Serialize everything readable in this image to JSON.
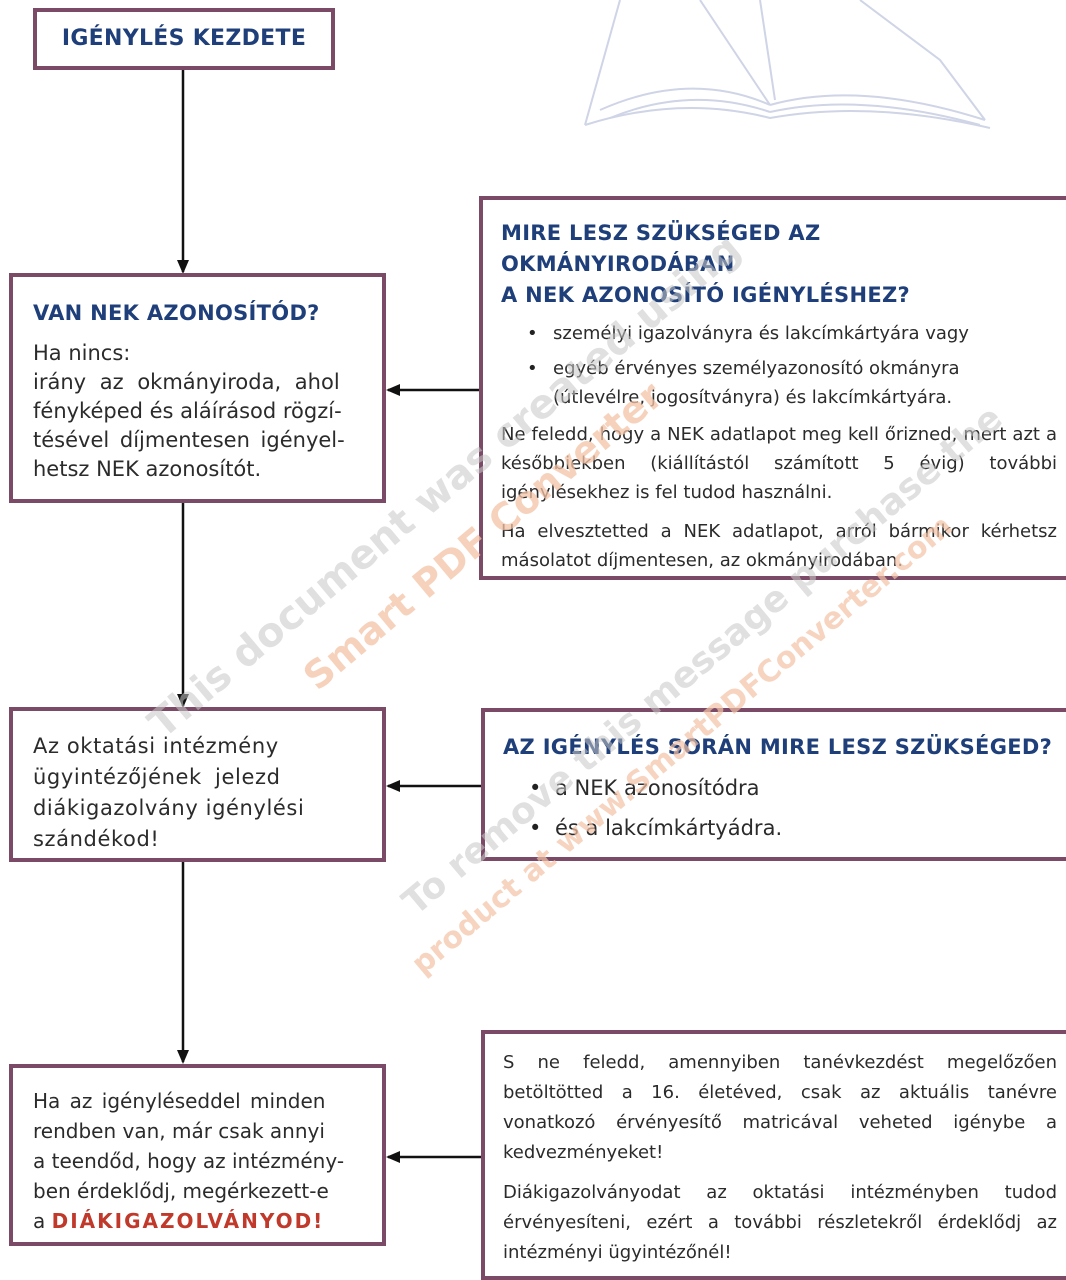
{
  "start": {
    "title": "IGÉNYLÉS KEZDETE"
  },
  "step1": {
    "title": "VAN NEK AZONOSÍTÓD?",
    "line1": "Ha nincs:",
    "line2": "irány az okmányiroda, ahol",
    "line3": "fényképed és aláírásod rögzí-",
    "line4": "tésével díjmentesen igényel-",
    "line5": "hetsz NEK azonosítót."
  },
  "info1": {
    "title_line1": "MIRE LESZ SZÜKSÉGED AZ OKMÁNYIRODÁBAN",
    "title_line2": "A NEK AZONOSÍTÓ IGÉNYLÉSHEZ?",
    "bullets": [
      "személyi igazolványra és lakcímkártyára vagy",
      "egyéb érvényes személyazonosító okmányra (útlevélre, jogosítványra) és lakcímkártyára."
    ],
    "para1": "Ne feledd, hogy a NEK adatlapot meg kell őrizned, mert azt a későbbiekben (kiállítástól számított 5 évig) további igénylésekhez is fel tudod használni.",
    "para2": "Ha elvesztetted a NEK adatlapot, arról bármikor kérhetsz másolatot díjmentesen, az okmányirodában."
  },
  "step2": {
    "line1": "Az oktatási intézmény",
    "line2": "ügyintézőjének jelezd",
    "line3": "diákigazolvány igénylési",
    "line4": "szándékod!"
  },
  "info2": {
    "title": "AZ IGÉNYLÉS SORÁN MIRE LESZ SZÜKSÉGED?",
    "bullets": [
      "a NEK azonosítódra",
      "és a lakcímkártyádra."
    ]
  },
  "step3": {
    "line1": "Ha az igényléseddel minden",
    "line2": "rendben van, már csak annyi",
    "line3": "a teendőd, hogy az intézmény-",
    "line4": "ben érdeklődj, megérkezett-e",
    "line5_prefix": "a ",
    "line5_emph": "DIÁKIGAZOLVÁNYOD!"
  },
  "info3": {
    "para1": "S ne feledd, amennyiben tanévkezdést megelőzően betöltötted a 16. életéved, csak az aktuális tanévre vonatkozó érvényesítő matricával veheted igénybe a kedvezményeket!",
    "para2": "Diákigazolványodat az oktatási intézményben tudod érvényesíteni, ezért a további részletekről érdeklődj az intézményi ügyintézőnél!"
  },
  "watermark": {
    "line1": "This document was created using",
    "line2": "Smart PDF Converter",
    "line3": "To remove this message purchase the",
    "line4": "product at www.SmartPDFConverter.com"
  },
  "colors": {
    "border": "#7a4a66",
    "title": "#1f3f7a",
    "emphasis": "#c0392b",
    "watermark_gray": "#c8c8c8",
    "watermark_orange": "#f3c3a6"
  }
}
